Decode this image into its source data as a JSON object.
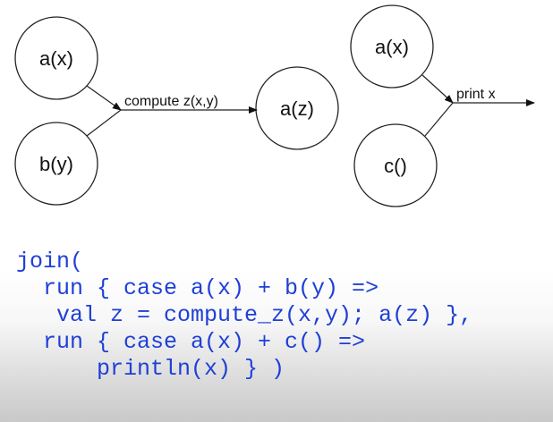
{
  "diagrams": [
    {
      "nodes": [
        {
          "id": "ax1",
          "label": "a(x)"
        },
        {
          "id": "by",
          "label": "b(y)"
        },
        {
          "id": "az",
          "label": "a(z)"
        }
      ],
      "reaction_label": "compute z(x,y)"
    },
    {
      "nodes": [
        {
          "id": "ax2",
          "label": "a(x)"
        },
        {
          "id": "c",
          "label": "c()"
        }
      ],
      "reaction_label": "print x"
    }
  ],
  "code": {
    "lines": [
      "join(",
      "  run { case a(x) + b(y) =>",
      "   val z = compute_z(x,y); a(z) },",
      "  run { case a(x) + c() =>",
      "      println(x) } )"
    ]
  },
  "colors": {
    "code_text": "#1f3fd6",
    "node_stroke": "#222222"
  }
}
